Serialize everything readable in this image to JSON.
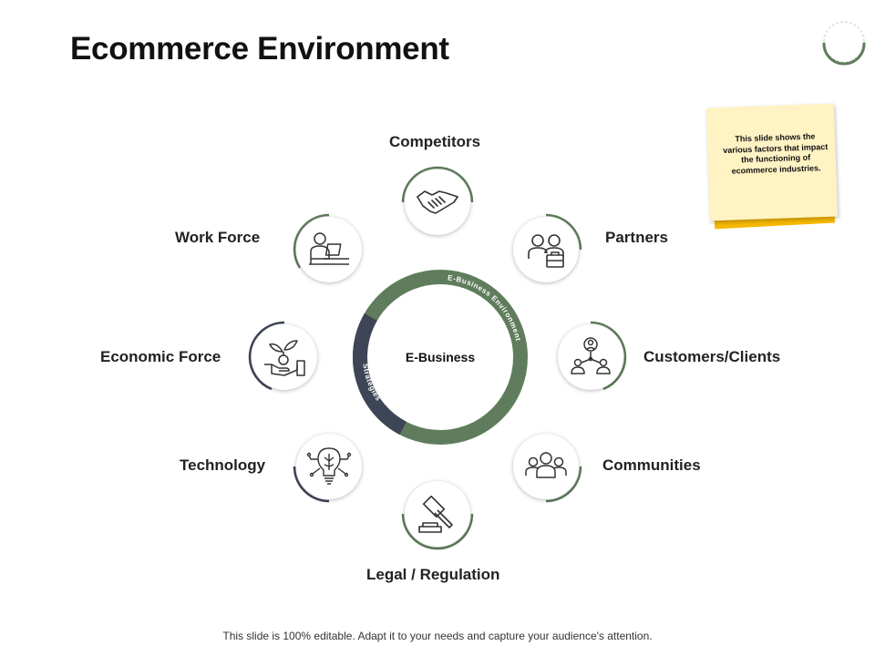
{
  "title": "Ecommerce Environment",
  "center": {
    "label": "E-Business",
    "outer_arc_label": "E-Business Environment",
    "inner_arc_label": "Strategies"
  },
  "factors": {
    "competitors": {
      "label": "Competitors",
      "icon": "handshake-icon"
    },
    "partners": {
      "label": "Partners",
      "icon": "partners-briefcase-icon"
    },
    "customers": {
      "label": "Customers/Clients",
      "icon": "customers-network-icon"
    },
    "communities": {
      "label": "Communities",
      "icon": "community-group-icon"
    },
    "legal": {
      "label": "Legal / Regulation",
      "icon": "gavel-icon"
    },
    "technology": {
      "label": "Technology",
      "icon": "lightbulb-circuit-icon"
    },
    "economic": {
      "label": "Economic Force",
      "icon": "hand-plant-coin-icon"
    },
    "workforce": {
      "label": "Work Force",
      "icon": "worker-laptop-icon"
    }
  },
  "note": {
    "text": "This slide shows the various factors that impact the functioning of ecommerce industries."
  },
  "footer": "This slide is 100% editable. Adapt it to your needs and capture your audience's attention.",
  "colors": {
    "green": "#5f7d5c",
    "navy": "#3e4557",
    "note_yellow": "#fff3c4",
    "note_gold": "#f5b800"
  }
}
